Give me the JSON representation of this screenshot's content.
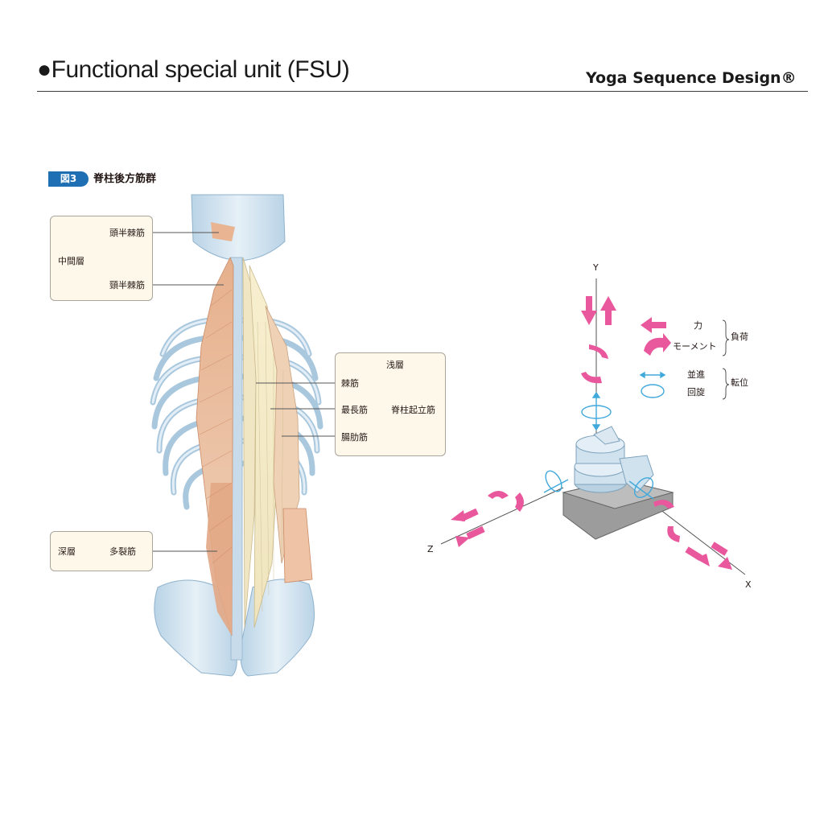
{
  "header": {
    "title": "●Functional special unit (FSU)",
    "brand": "Yoga Sequence Design®"
  },
  "figure": {
    "badge": "図3",
    "title": "脊柱後方筋群",
    "labels": {
      "capitis": "頭半棘筋",
      "middle_layer": "中間層",
      "cervicis": "頸半棘筋",
      "superficial_layer": "浅層",
      "spinalis": "棘筋",
      "longissimus": "最長筋",
      "iliocostalis": "腸肋筋",
      "erector_spinae": "脊柱起立筋",
      "deep_layer": "深層",
      "multifidus": "多裂筋"
    }
  },
  "fsu_diagram": {
    "axis_y": "Y",
    "axis_x": "X",
    "axis_z": "Z",
    "legend": {
      "force": "力",
      "moment": "モーメント",
      "load": "負荷",
      "translation": "並進",
      "rotation": "回旋",
      "displacement": "転位"
    },
    "colors": {
      "load": "#e9579c",
      "displacement": "#41a9dc",
      "bone": "#cfe2ee",
      "muscle": "#e8b99a"
    }
  }
}
